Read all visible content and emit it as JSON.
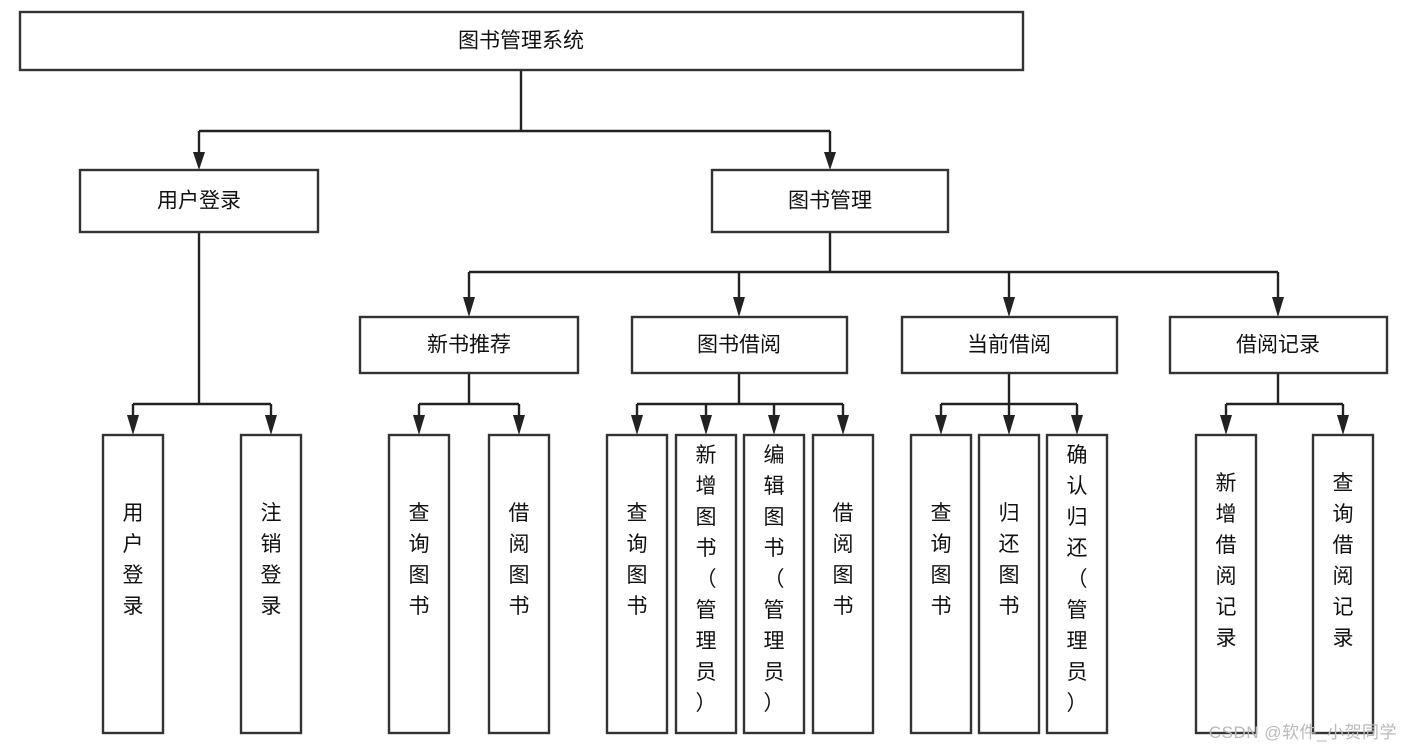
{
  "diagram": {
    "type": "tree-hierarchy-chart",
    "title": "图书管理系统",
    "orientation": "top-down",
    "colors": {
      "box_fill": "#ffffff",
      "box_stroke": "#333333",
      "link_stroke": "#222222",
      "text": "#111111",
      "watermark": "#b9b9b9"
    },
    "root": {
      "id": "root",
      "label": "图书管理系统",
      "level": 0
    },
    "level2": [
      {
        "id": "user-login",
        "label": "用户登录",
        "level": 1
      },
      {
        "id": "book-manage",
        "label": "图书管理",
        "level": 1
      }
    ],
    "level3": [
      {
        "id": "new-book-recommend",
        "label": "新书推荐",
        "level": 2,
        "parent": "book-manage"
      },
      {
        "id": "book-borrow",
        "label": "图书借阅",
        "level": 2,
        "parent": "book-manage"
      },
      {
        "id": "current-borrow",
        "label": "当前借阅",
        "level": 2,
        "parent": "book-manage"
      },
      {
        "id": "borrow-record",
        "label": "借阅记录",
        "level": 2,
        "parent": "book-manage"
      }
    ],
    "leaves": [
      {
        "id": "leaf-user-login",
        "label": "用户登录",
        "parent": "user-login",
        "vertical": true
      },
      {
        "id": "leaf-user-logout",
        "label": "注销登录",
        "parent": "user-login",
        "vertical": true
      },
      {
        "id": "leaf-query-book-1",
        "label": "查询图书",
        "parent": "new-book-recommend",
        "vertical": true
      },
      {
        "id": "leaf-borrow-book-1",
        "label": "借阅图书",
        "parent": "new-book-recommend",
        "vertical": true
      },
      {
        "id": "leaf-query-book-2",
        "label": "查询图书",
        "parent": "book-borrow",
        "vertical": true
      },
      {
        "id": "leaf-add-book",
        "label": "新增图书（管理员）",
        "parent": "book-borrow",
        "vertical": true
      },
      {
        "id": "leaf-edit-book",
        "label": "编辑图书（管理员）",
        "parent": "book-borrow",
        "vertical": true
      },
      {
        "id": "leaf-borrow-book-2",
        "label": "借阅图书",
        "parent": "book-borrow",
        "vertical": true
      },
      {
        "id": "leaf-query-book-3",
        "label": "查询图书",
        "parent": "current-borrow",
        "vertical": true
      },
      {
        "id": "leaf-return-book",
        "label": "归还图书",
        "parent": "current-borrow",
        "vertical": true
      },
      {
        "id": "leaf-confirm-return",
        "label": "确认归还（管理员）",
        "parent": "current-borrow",
        "vertical": true
      },
      {
        "id": "leaf-add-record",
        "label": "新增借阅记录",
        "parent": "borrow-record",
        "vertical": true
      },
      {
        "id": "leaf-query-record",
        "label": "查询借阅记录",
        "parent": "borrow-record",
        "vertical": true
      }
    ]
  },
  "watermark": {
    "text": "CSDN @软件_小贺同学"
  }
}
